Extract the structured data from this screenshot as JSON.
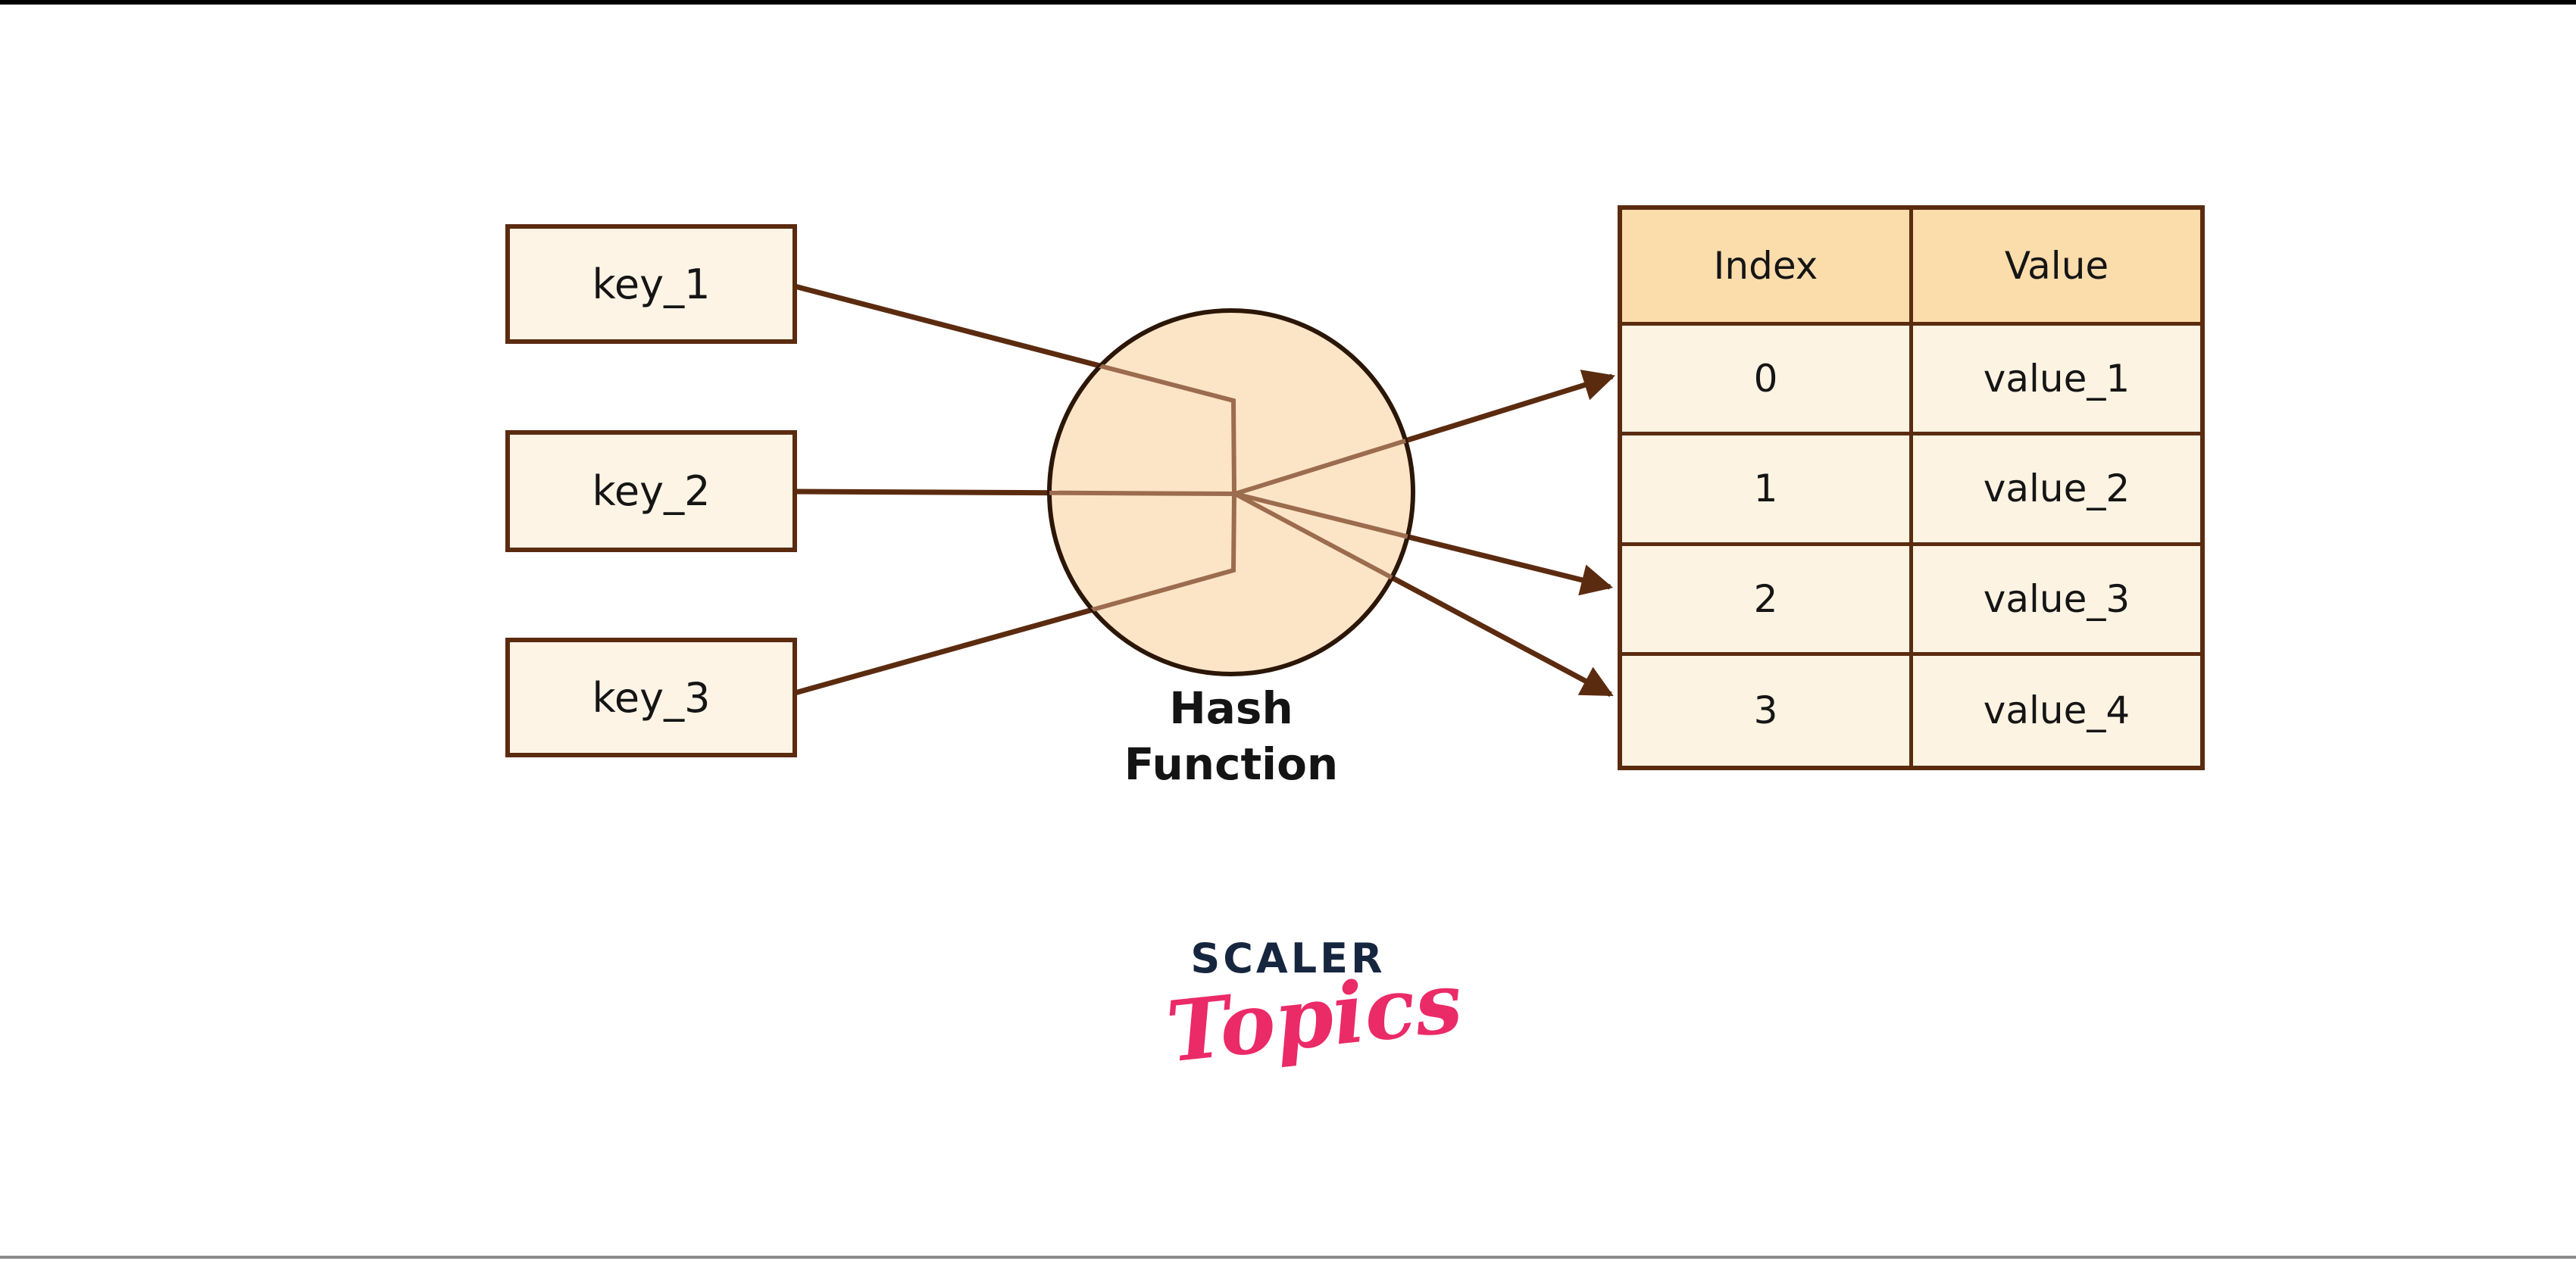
{
  "diagram": {
    "keys": [
      {
        "label": "key_1"
      },
      {
        "label": "key_2"
      },
      {
        "label": "key_3"
      }
    ],
    "hash_function_label": {
      "line1": "Hash",
      "line2": "Function"
    },
    "table": {
      "headers": [
        "Index",
        "Value"
      ],
      "rows": [
        [
          "0",
          "value_1"
        ],
        [
          "1",
          "value_2"
        ],
        [
          "2",
          "value_3"
        ],
        [
          "3",
          "value_4"
        ]
      ]
    },
    "arrow_targets": [
      "0",
      "2",
      "3"
    ],
    "colors": {
      "line_dark_brown": "#5b2b10",
      "line_light_brown": "#9c6c4e",
      "circle_fill": "#fce5c6",
      "circle_stroke": "#2b1607",
      "box_fill": "#fdf4e6",
      "table_header_fill": "#fbdcab",
      "table_cell_fill": "#fdf3e2",
      "text": "#151515"
    }
  },
  "branding": {
    "name": "SCALER",
    "sub": "Topics",
    "name_color": "#16263f",
    "sub_color": "#eb2a68"
  }
}
